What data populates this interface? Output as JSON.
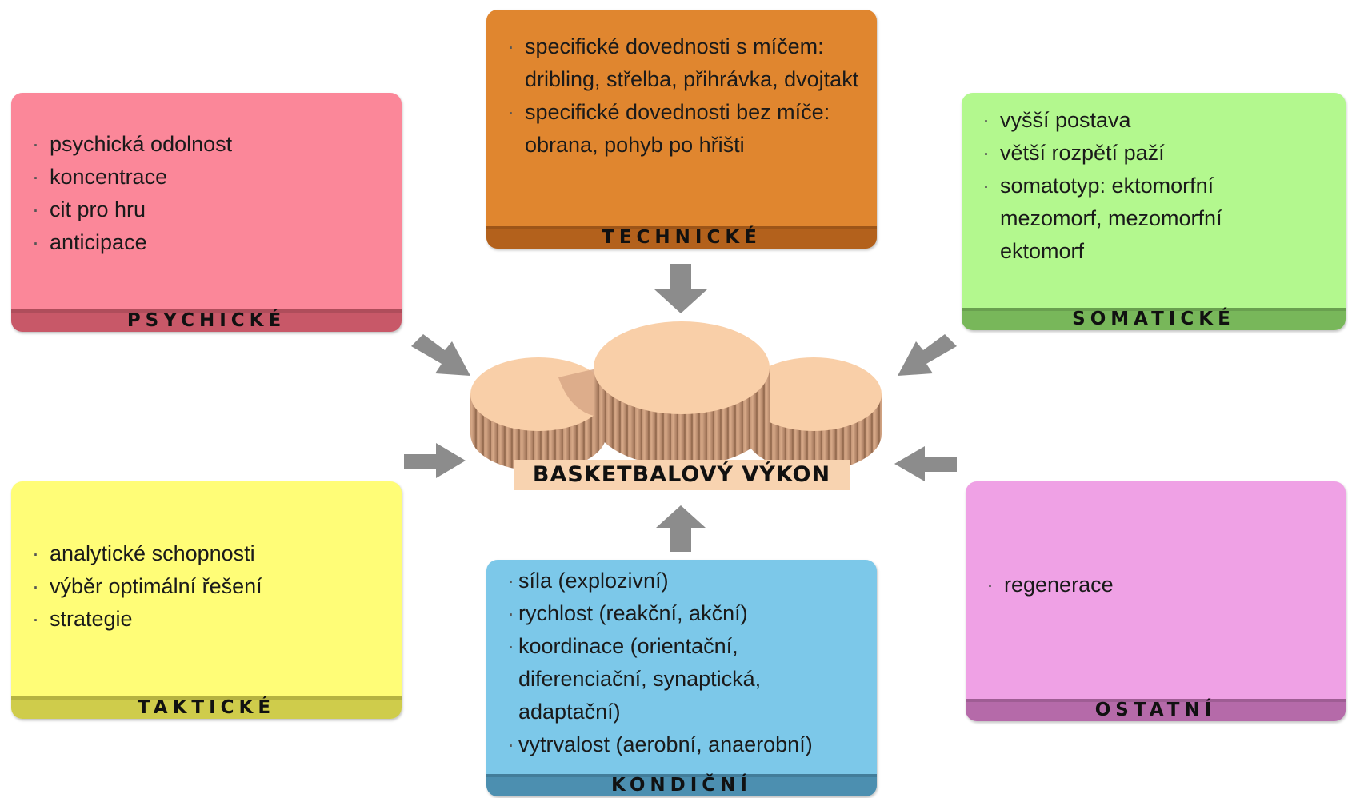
{
  "colors": {
    "psychicke": "#fb8799",
    "psychicke_footer": "#c85868",
    "technicke": "#e0862f",
    "technicke_footer": "#b3611c",
    "somaticke": "#b3f88e",
    "somaticke_footer": "#78b75a",
    "takticke": "#fffd77",
    "takticke_footer": "#cfcc4b",
    "kondicni": "#7cc8e9",
    "kondicni_footer": "#4c8fb0",
    "ostatni": "#efa1e5",
    "ostatni_footer": "#b56aa9",
    "arrow": "#8c8c8c",
    "disk_top": "#f9cfa8",
    "disk_side": "#c49472",
    "label_bg": "#f8d3b0"
  },
  "boxes": {
    "psychicke": {
      "title": "PSYCHICKÉ",
      "items": [
        "psychická odolnost",
        "koncentrace",
        "cit pro hru",
        "anticipace"
      ]
    },
    "technicke": {
      "title": "TECHNICKÉ",
      "items": [
        "specifické dovednosti s míčem: dribling, střelba, přihrávka, dvojtakt",
        "specifické dovednosti bez míče: obrana, pohyb po hřišti"
      ]
    },
    "somaticke": {
      "title": "SOMATICKÉ",
      "items": [
        "vyšší postava",
        "větší rozpětí paží",
        "somatotyp: ektomorfní mezomorf, mezomorfní ektomorf"
      ]
    },
    "takticke": {
      "title": "TAKTICKÉ",
      "items": [
        "analytické schopnosti",
        "výběr optimální řešení",
        "strategie"
      ]
    },
    "kondicni": {
      "title": "KONDIČNÍ",
      "items": [
        "síla (explozivní)",
        "rychlost (reakční, akční)",
        "koordinace (orientační, diferenciační, synaptická, adaptační)",
        "vytrvalost (aerobní, anaerobní)"
      ]
    },
    "ostatni": {
      "title": "OSTATNÍ",
      "items": [
        "regenerace"
      ]
    }
  },
  "center": {
    "label": "BASKETBALOVÝ VÝKON"
  }
}
